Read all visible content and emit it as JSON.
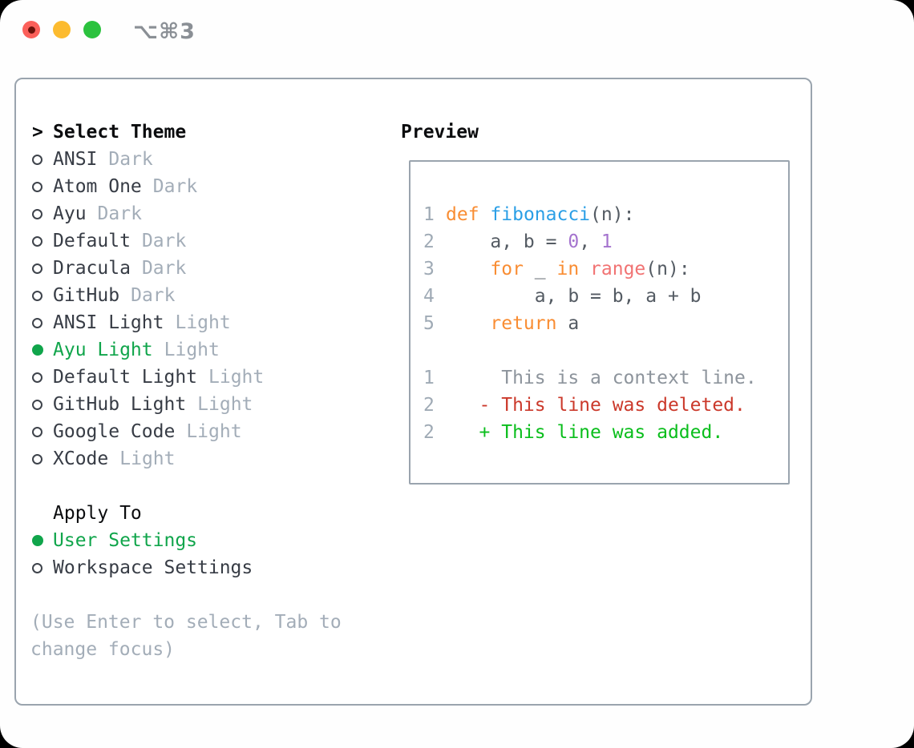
{
  "window": {
    "title": "⌥⌘3",
    "buttons": {
      "close": "close",
      "minimize": "minimize",
      "zoom": "zoom"
    }
  },
  "palette": {
    "traffic_red": "#FB605A",
    "traffic_red_dot": "#6B120A",
    "traffic_yellow": "#FCBB2F",
    "traffic_green": "#2BC23E",
    "titlebar_text": "#8A8F95",
    "border_gray": "#9AA4AE",
    "header_black": "#0B0C0E",
    "item_text": "#373C45",
    "muted_gray": "#A3ADB8",
    "radio_outline": "#3E434B",
    "select_green": "#10A54B",
    "gutter_gray": "#9FAAB5",
    "code_fg": "#545B63",
    "kw_orange": "#F98D33",
    "fn_blue": "#2B9FE6",
    "num_purple": "#A473CE",
    "range_coral": "#F17373",
    "diff_ctx": "#8D949C",
    "diff_red": "#CB392B",
    "diff_green": "#0ABE1C"
  },
  "theme_panel": {
    "header_marker": ">",
    "header_label": "Select Theme",
    "items": [
      {
        "name": "ANSI",
        "variant": "Dark",
        "selected": false
      },
      {
        "name": "Atom One",
        "variant": "Dark",
        "selected": false
      },
      {
        "name": "Ayu",
        "variant": "Dark",
        "selected": false
      },
      {
        "name": "Default",
        "variant": "Dark",
        "selected": false
      },
      {
        "name": "Dracula",
        "variant": "Dark",
        "selected": false
      },
      {
        "name": "GitHub",
        "variant": "Dark",
        "selected": false
      },
      {
        "name": "ANSI Light",
        "variant": "Light",
        "selected": false
      },
      {
        "name": "Ayu Light",
        "variant": "Light",
        "selected": true
      },
      {
        "name": "Default Light",
        "variant": "Light",
        "selected": false
      },
      {
        "name": "GitHub Light",
        "variant": "Light",
        "selected": false
      },
      {
        "name": "Google Code",
        "variant": "Light",
        "selected": false
      },
      {
        "name": "XCode",
        "variant": "Light",
        "selected": false
      }
    ],
    "apply_to": {
      "label": "Apply To",
      "options": [
        {
          "name": "User Settings",
          "selected": true
        },
        {
          "name": "Workspace Settings",
          "selected": false
        }
      ]
    },
    "help_text": "(Use Enter to select, Tab to change focus)"
  },
  "preview": {
    "title": "Preview",
    "code_lines": [
      {
        "num": "1",
        "segments": [
          [
            "def",
            "kw"
          ],
          [
            " ",
            "fg"
          ],
          [
            "fibonacci",
            "fn"
          ],
          [
            "(n):",
            "fg"
          ]
        ]
      },
      {
        "num": "2",
        "segments": [
          [
            "    a, b = ",
            "fg"
          ],
          [
            "0",
            "num"
          ],
          [
            ", ",
            "fg"
          ],
          [
            "1",
            "num"
          ]
        ]
      },
      {
        "num": "3",
        "segments": [
          [
            "    ",
            "fg"
          ],
          [
            "for",
            "kw"
          ],
          [
            " _ ",
            "fg"
          ],
          [
            "in",
            "kw"
          ],
          [
            " ",
            "fg"
          ],
          [
            "range",
            "sp"
          ],
          [
            "(n):",
            "fg"
          ]
        ]
      },
      {
        "num": "4",
        "segments": [
          [
            "        a, b = b, a + b",
            "fg"
          ]
        ]
      },
      {
        "num": "5",
        "segments": [
          [
            "    ",
            "fg"
          ],
          [
            "return",
            "kw"
          ],
          [
            " a",
            "fg"
          ]
        ]
      }
    ],
    "diff_lines": [
      {
        "num": "1",
        "kind": "ctx",
        "text": "     This is a context line."
      },
      {
        "num": "2",
        "kind": "del",
        "text": "   - This line was deleted."
      },
      {
        "num": "2",
        "kind": "add",
        "text": "   + This line was added."
      }
    ]
  }
}
